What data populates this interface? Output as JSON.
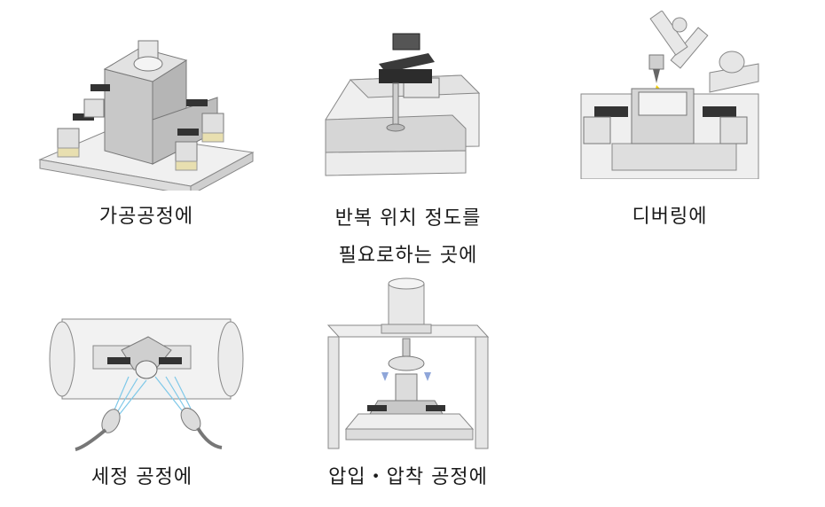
{
  "panels": [
    {
      "id": "machining",
      "caption_lines": [
        "가공공정에"
      ]
    },
    {
      "id": "repeat-accuracy",
      "caption_lines": [
        "반복 위치 정도를",
        "필요로하는 곳에"
      ]
    },
    {
      "id": "deburring",
      "caption_lines": [
        "디버링에"
      ]
    },
    {
      "id": "washing",
      "caption_lines": [
        "세정 공정에"
      ]
    },
    {
      "id": "press-fit",
      "caption_lines": [
        "압입・압착 공정에"
      ]
    }
  ],
  "colors": {
    "metal": "#d9d9d9",
    "dark": "#333333",
    "base": "#efefef",
    "brass": "#e8dfb0",
    "water": "#7ec8e8",
    "spark": "#f5d000",
    "arrow": "#8fa6d9"
  }
}
